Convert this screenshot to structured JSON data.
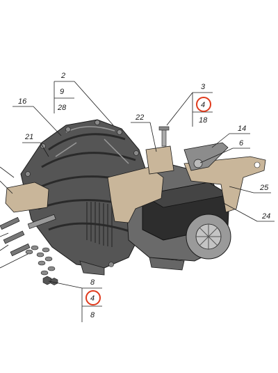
{
  "callouts": {
    "c2": {
      "values": [
        "2",
        "9",
        "28"
      ]
    },
    "c3": {
      "values": [
        "3",
        "4",
        "18"
      ],
      "highlighted": "4"
    },
    "c8": {
      "values": [
        "8",
        "4",
        "8"
      ],
      "highlighted": "4"
    },
    "c16": {
      "value": "16"
    },
    "c21": {
      "value": "21"
    },
    "c22": {
      "value": "22"
    },
    "c14": {
      "value": "14"
    },
    "c6": {
      "value": "6"
    },
    "c25": {
      "value": "25"
    },
    "c24": {
      "value": "24"
    }
  },
  "colors": {
    "highlight": "#e03a1c",
    "line": "#1a1a1a",
    "housing_dark": "#3b3b3b",
    "housing_mid": "#6b6b6b",
    "bracket_beige": "#c9b69a",
    "metal_light": "#b8b8b8"
  }
}
